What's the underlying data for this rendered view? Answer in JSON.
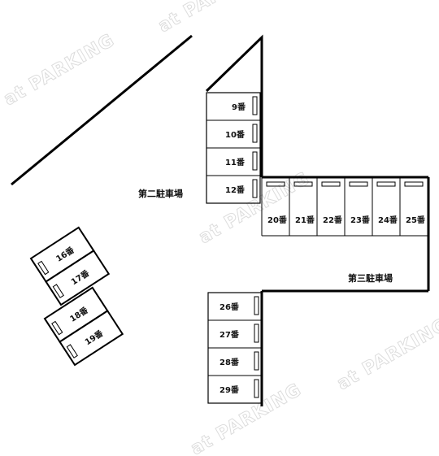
{
  "watermark": "at PARKING",
  "lots": {
    "second": "第二駐車場",
    "third": "第三駐車場"
  },
  "spaces": {
    "s9": "9番",
    "s10": "10番",
    "s11": "11番",
    "s12": "12番",
    "s16": "16番",
    "s17": "17番",
    "s18": "18番",
    "s19": "19番",
    "s20": "20番",
    "s21": "21番",
    "s22": "22番",
    "s23": "23番",
    "s24": "24番",
    "s25": "25番",
    "s26": "26番",
    "s27": "27番",
    "s28": "28番",
    "s29": "29番"
  }
}
